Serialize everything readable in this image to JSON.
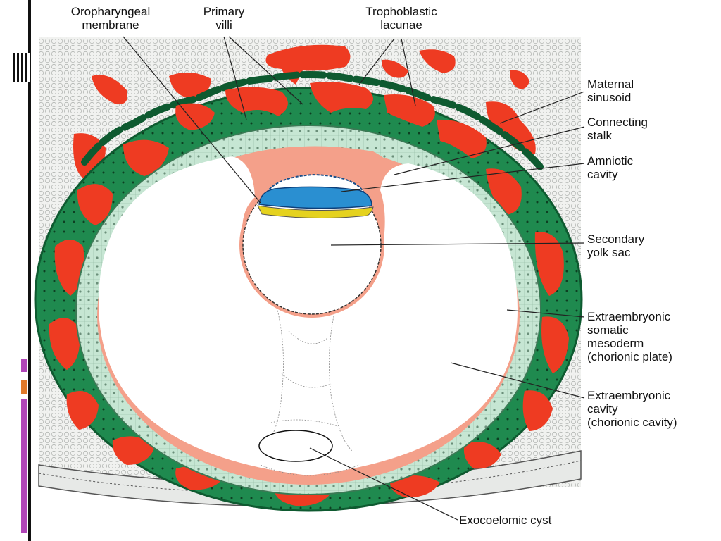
{
  "labels": {
    "oropharyngeal": "Oropharyngeal\nmembrane",
    "primary_villi": "Primary\nvilli",
    "trophoblastic": "Trophoblastic\nlacunae",
    "maternal": "Maternal\nsinusoid",
    "connecting": "Connecting\nstalk",
    "amniotic": "Amniotic\ncavity",
    "secondary": "Secondary\nyolk sac",
    "somatic": "Extraembryonic\nsomatic\nmesoderm\n(chorionic plate)",
    "cavity": "Extraembryonic\ncavity\n(chorionic cavity)",
    "exocoelomic": "Exocoelomic cyst"
  },
  "colors": {
    "trophoblast_green": "#1f8a4f",
    "lacuna_red": "#ee3b22",
    "cytotrophoblast": "#c6e6d3",
    "mesoderm_pink": "#f4a08a",
    "endometrium": "#f1f2f0",
    "amnion_blue": "#2a8fd1",
    "hypoblast_yellow": "#e5d21e",
    "accent_magenta": "#b145b8",
    "accent_orange": "#e0792a"
  }
}
